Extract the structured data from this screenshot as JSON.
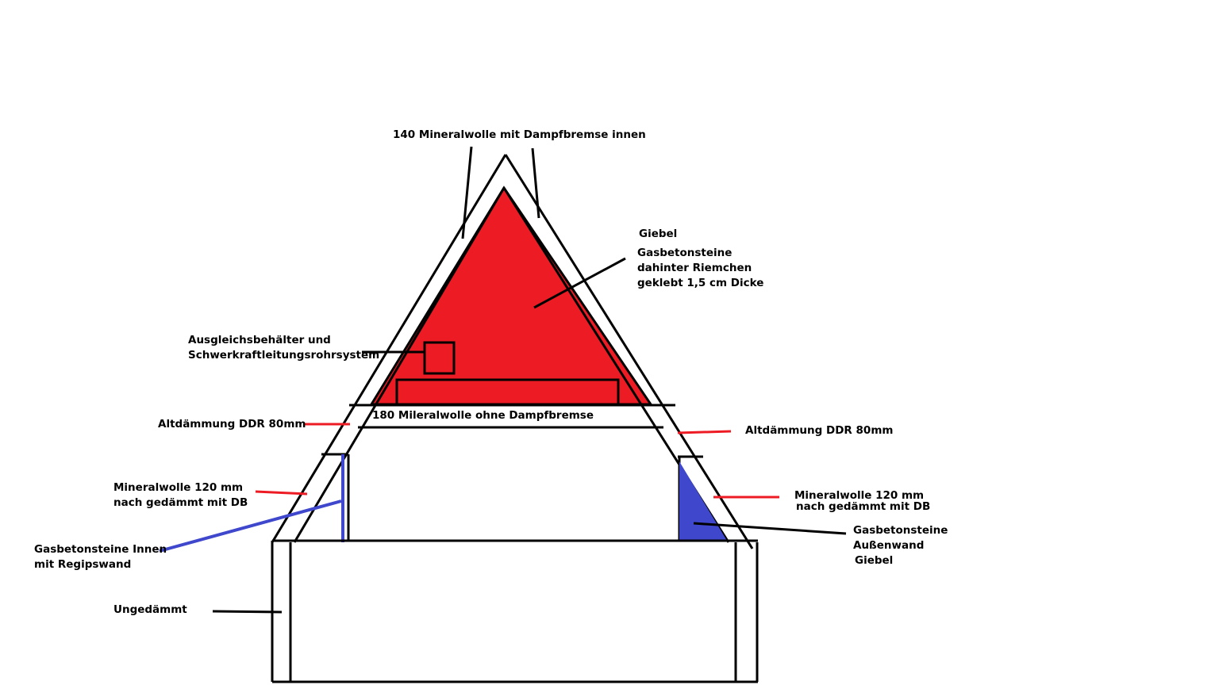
{
  "colors": {
    "line": "#000000",
    "gable_fill": "#ed1c24",
    "marker_red": "#ed1c24",
    "marker_blue": "#3f48cc",
    "blue_fill": "#3f48cc",
    "background": "#ffffff"
  },
  "labels": {
    "roof_insulation": "140 Mineralwolle mit Dampfbremse innen",
    "gable_title": "Giebel",
    "gable_line1": "Gasbetonsteine",
    "gable_line2": "dahinter Riemchen",
    "gable_line3": "geklebt 1,5 cm Dicke",
    "tank_line1": "Ausgleichsbehälter und",
    "tank_line2": "Schwerkraftleitungsrohrsystem",
    "ceiling_insulation": "180 Mileralwolle ohne Dampfbremse",
    "old_insulation_left": "Altdämmung DDR 80mm",
    "old_insulation_right": "Altdämmung DDR 80mm",
    "mineral_left_line1": "Mineralwolle 120 mm",
    "mineral_left_line2": "nach gedämmt mit DB",
    "mineral_right_line1": "Mineralwolle 120 mm",
    "mineral_right_line2": "nach gedämmt mit DB",
    "inner_wall_line1": "Gasbetonsteine Innen",
    "inner_wall_line2": "mit Regipswand",
    "outer_wall_line1": "Gasbetonsteine",
    "outer_wall_line2": "Außenwand",
    "outer_wall_line3": "Giebel",
    "uninsulated": "Ungedämmt"
  }
}
